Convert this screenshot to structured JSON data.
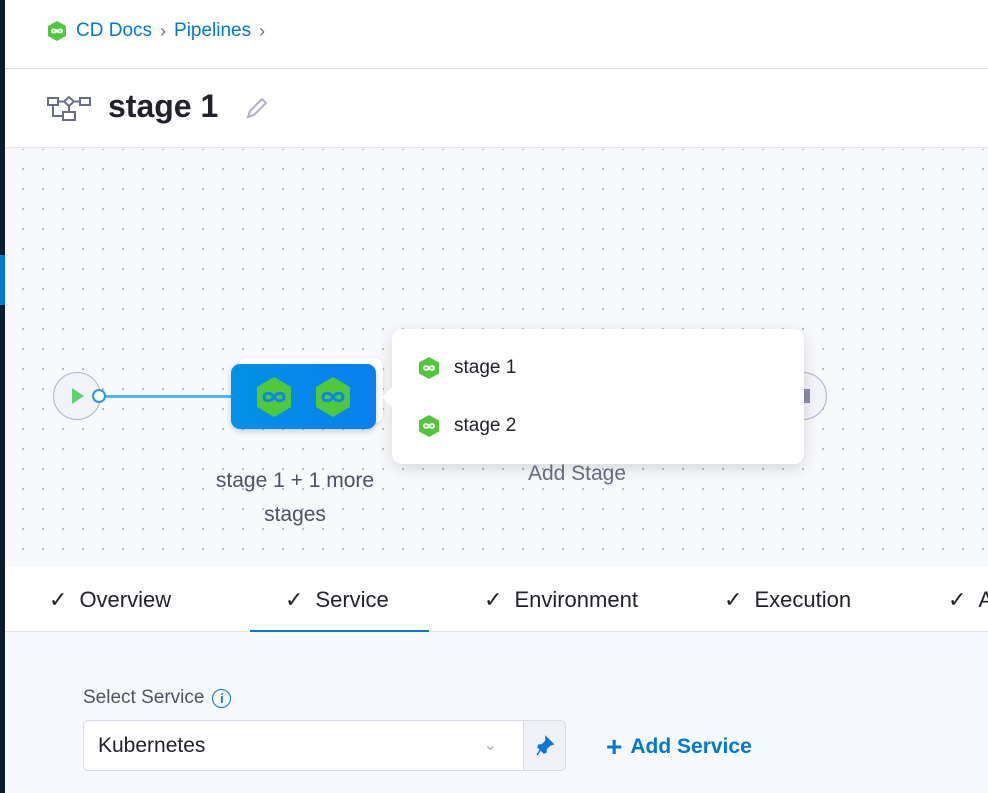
{
  "breadcrumb": {
    "project": "CD Docs",
    "section": "Pipelines"
  },
  "header": {
    "title": "stage 1"
  },
  "canvas": {
    "group_label": "stage 1 + 1 more stages",
    "add_stage_label": "Add Stage",
    "popover_items": [
      {
        "label": "stage 1"
      },
      {
        "label": "stage 2"
      }
    ]
  },
  "tabs": [
    {
      "label": "Overview"
    },
    {
      "label": "Service",
      "active": true
    },
    {
      "label": "Environment"
    },
    {
      "label": "Execution"
    },
    {
      "label": "A"
    }
  ],
  "service": {
    "label": "Select Service",
    "value": "Kubernetes",
    "add_label": "Add Service"
  },
  "colors": {
    "accent": "#0278d5",
    "stage_green": "#4fd34a",
    "node_blue": "#0a86ea"
  }
}
